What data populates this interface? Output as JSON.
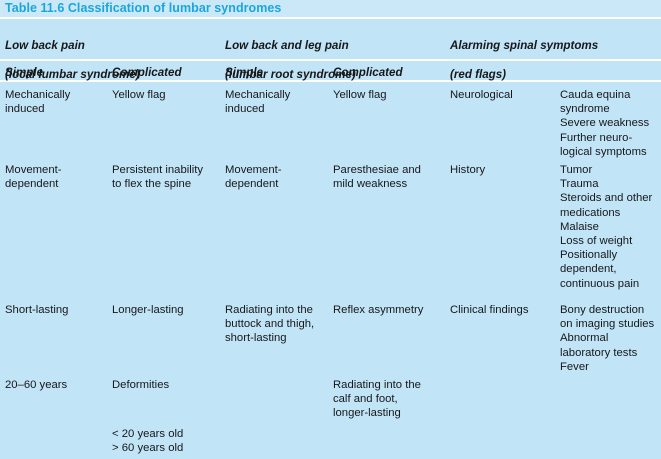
{
  "title": "Table 11.6 Classification of lumbar syndromes",
  "accent_color": "#1aa6dd",
  "background_color": "#c2e4f7",
  "title_band_color": "#cbe8f9",
  "rule_color": "#ffffff",
  "group_headers": [
    {
      "line1": "Low back pain",
      "line2": "(local lumbar syndrome)"
    },
    {
      "line1": "Low back and leg pain",
      "line2": "(lumbar root syndrome)"
    },
    {
      "line1": "Alarming spinal symptoms",
      "line2": "(red flags)"
    }
  ],
  "column_headers": [
    "Simple",
    "Complicated",
    "Simple",
    "Complicated",
    "",
    ""
  ],
  "rows": [
    {
      "c1": "Mechanically\ninduced",
      "c2": "Yellow flag",
      "c3": "Mechanically\ninduced",
      "c4": "Yellow flag",
      "c5": "Neurological",
      "c6": "Cauda equina\nsyndrome\nSevere weakness\nFurther neuro-\nlogical symptoms"
    },
    {
      "c1": "Movement-\ndependent",
      "c2": "Persistent inability\nto flex the spine",
      "c3": "Movement-\ndependent",
      "c4": "Paresthesiae and\nmild weakness",
      "c5": "History",
      "c6": "Tumor\nTrauma\nSteroids and other\nmedications\nMalaise\nLoss of weight\nPositionally\ndependent,\ncontinuous pain"
    },
    {
      "c1": "Short-lasting",
      "c2": "Longer-lasting",
      "c3": "Radiating into the\nbuttock and thigh,\nshort-lasting",
      "c4": "Reflex asymmetry",
      "c5": "Clinical findings",
      "c6": "Bony destruction\non imaging studies\nAbnormal\nlaboratory tests\nFever"
    },
    {
      "c1": "20–60 years",
      "c2": "Deformities",
      "c2b": "< 20 years old\n> 60 years old",
      "c3": "",
      "c4": "Radiating into the\ncalf and foot,\nlonger-lasting",
      "c5": "",
      "c6": ""
    }
  ]
}
